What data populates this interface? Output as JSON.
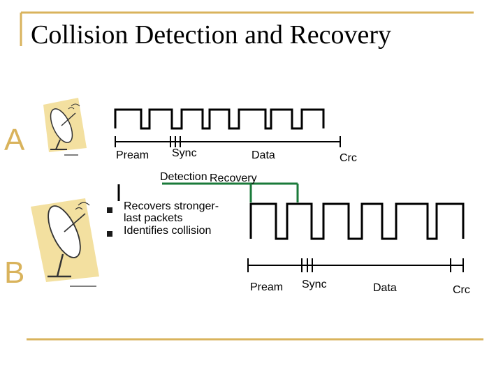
{
  "title": "Collision Detection and Recovery",
  "stations": {
    "a": "A",
    "b": "B"
  },
  "frame_a": {
    "pream": "Pream",
    "sync": "Sync",
    "data": "Data",
    "crc": "Crc"
  },
  "frame_b": {
    "pream": "Pream",
    "sync": "Sync",
    "data": "Data",
    "crc": "Crc"
  },
  "phases": {
    "detection": "Detection",
    "recovery": "Recovery"
  },
  "bullets": [
    "Recovers stronger-",
    "last packets",
    "Identifies collision"
  ],
  "colors": {
    "frame_border": "#d9b35c",
    "signal": "#000000",
    "timeline": "#1a7a3a",
    "antenna_bg": "#f3e0a0"
  },
  "icons": {
    "antenna": "satellite-dish-icon",
    "bullet": "square-bullet-icon"
  }
}
